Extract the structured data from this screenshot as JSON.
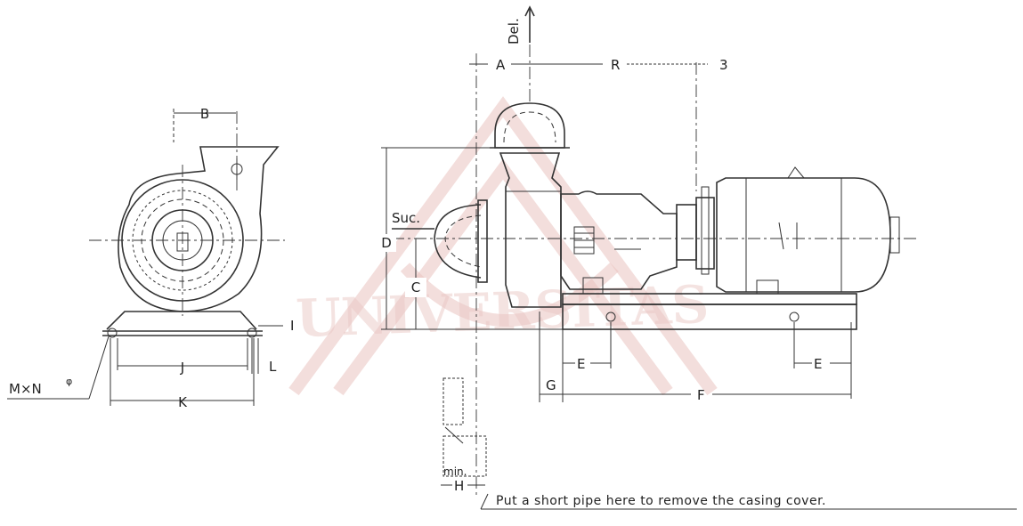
{
  "labels": {
    "del": "Del.",
    "a": "A",
    "r": "R",
    "three": "3",
    "b": "B",
    "suc": "Suc.",
    "d": "D",
    "c": "C",
    "i": "I",
    "j": "J",
    "l": "L",
    "k": "K",
    "mxn": "M×N",
    "mxn_sup": "φ",
    "e_left": "E",
    "e_right": "E",
    "g": "G",
    "f": "F",
    "h": "H",
    "min": "min.",
    "note": "Put a short pipe here to remove the casing cover."
  },
  "watermark": {
    "text": "UNIVERSITAS"
  },
  "colors": {
    "ink": "#333333",
    "watermark": "#e9c3c0"
  }
}
